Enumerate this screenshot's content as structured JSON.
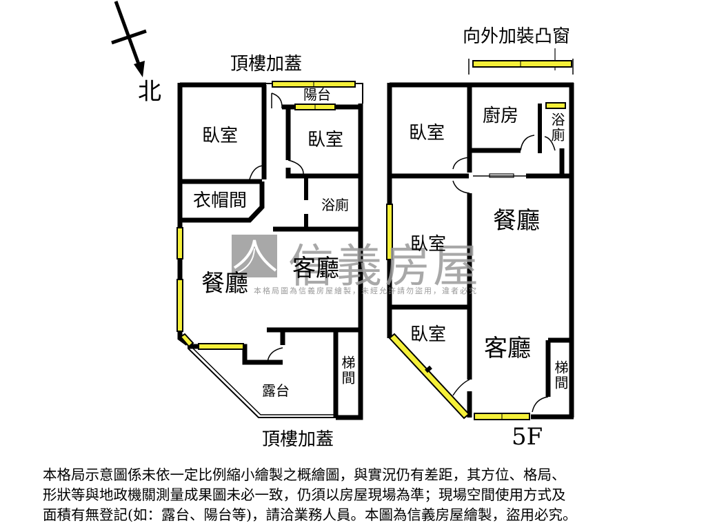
{
  "compass": {
    "label": "北",
    "icon": "north-arrow-icon"
  },
  "left_plan": {
    "top_label": "頂樓加蓋",
    "bottom_label": "頂樓加蓋",
    "rooms": {
      "bedroom_1": "臥室",
      "bedroom_2": "臥室",
      "balcony": "陽台",
      "cloakroom": "衣帽間",
      "bathroom": "浴廁",
      "dining": "餐廳",
      "living": "客廳",
      "terrace": "露台",
      "stairwell": "梯間"
    }
  },
  "right_plan": {
    "top_label": "向外加裝凸窗",
    "floor_label": "5F",
    "rooms": {
      "bedroom_1": "臥室",
      "kitchen": "廚房",
      "bathroom": "浴廁",
      "dining": "餐廳",
      "bedroom_2": "臥室",
      "bedroom_3": "臥室",
      "living": "客廳",
      "stairwell": "梯間"
    }
  },
  "watermark": {
    "brand": "信義房屋",
    "notice": "本格局圖為信義房屋繪製，未經允許請勿盜用，違者必究"
  },
  "disclaimer": {
    "lines": [
      "本格局示意圖係未依一定比例縮小繪製之概繪圖，與實況仍有差距，其方位、格局、",
      "形狀等與地政機關測量成果圖未必一致，仍須以房屋現場為準；現場空間使用方式及",
      "面積有無登記(如：露台、陽台等)，請洽業務人員。本圖為信義房屋繪製，盜用必究。"
    ]
  },
  "colors": {
    "wall": "#000000",
    "window": "#f5f03a",
    "watermark": "#9a9a9a",
    "background": "#ffffff"
  }
}
